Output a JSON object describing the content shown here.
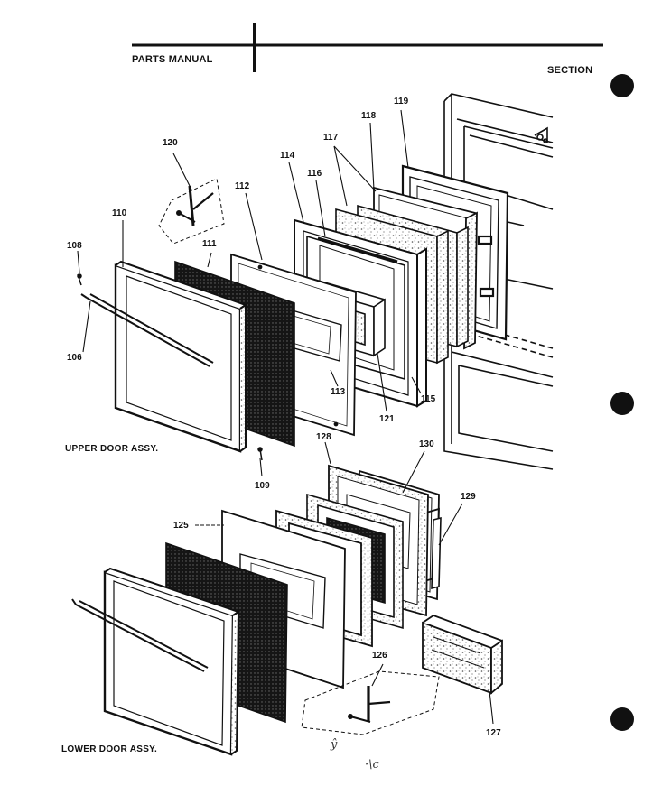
{
  "header": {
    "title": "PARTS MANUAL",
    "section": "SECTION"
  },
  "assemblies": {
    "upper": "UPPER DOOR ASSY.",
    "lower": "LOWER DOOR ASSY."
  },
  "callouts": {
    "c106": "106",
    "c108": "108",
    "c109": "109",
    "c110": "110",
    "c111": "111",
    "c112": "112",
    "c113": "113",
    "c114": "114",
    "c115": "115",
    "c116": "116",
    "c117": "117",
    "c118": "118",
    "c119": "119",
    "c120": "120",
    "c121": "121",
    "c125": "125",
    "c126": "126",
    "c127": "127",
    "c128": "128",
    "c129": "129",
    "c130": "130"
  },
  "annotations": {
    "scribble_a": "ŷ",
    "scribble_b": "·\\c"
  },
  "colors": {
    "ink": "#111111",
    "paper": "#ffffff",
    "speckle": "#555555"
  }
}
